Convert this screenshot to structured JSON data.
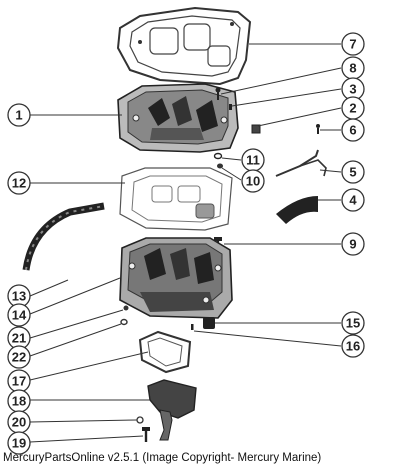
{
  "callouts": {
    "c1": "1",
    "c2": "2",
    "c3": "3",
    "c4": "4",
    "c5": "5",
    "c6": "6",
    "c7": "7",
    "c8": "8",
    "c9": "9",
    "c10": "10",
    "c11": "11",
    "c12": "12",
    "c13": "13",
    "c14": "14",
    "c15": "15",
    "c16": "16",
    "c17": "17",
    "c18": "18",
    "c19": "19",
    "c20": "20",
    "c21": "21",
    "c22": "22"
  },
  "footer": {
    "text": "MercuryPartsOnline v2.5.1 (Image Copyright- Mercury Marine)"
  }
}
